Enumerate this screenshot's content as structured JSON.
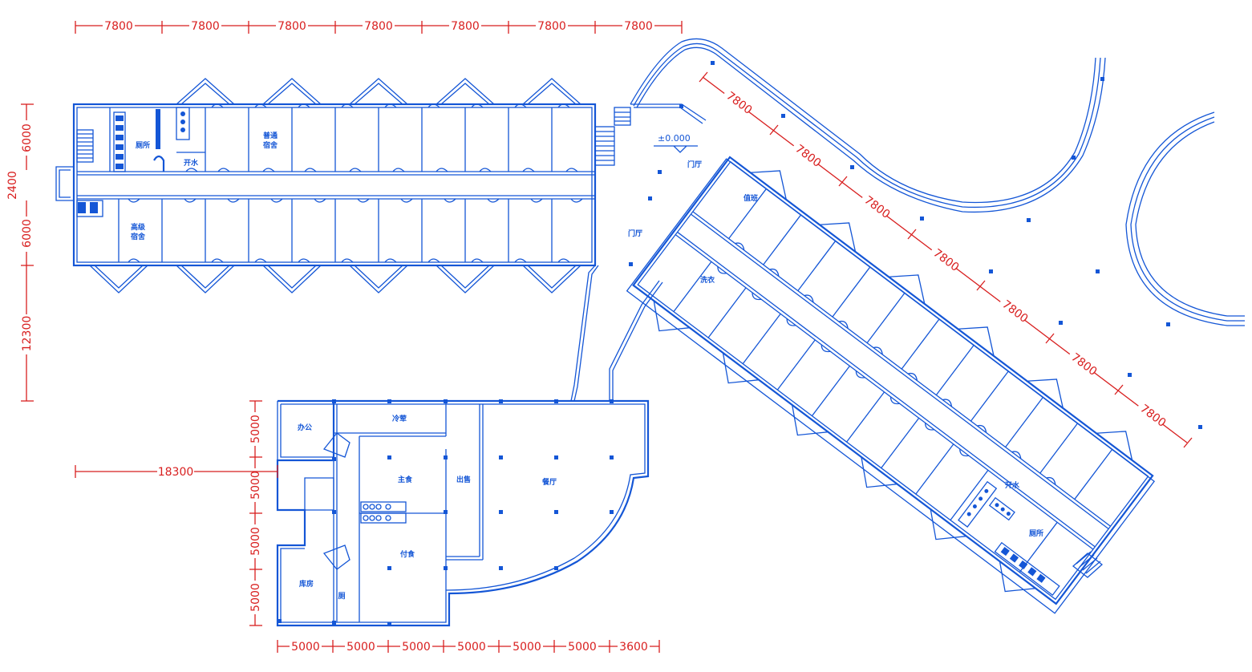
{
  "dimensions": {
    "top_bays": [
      "7800",
      "7800",
      "7800",
      "7800",
      "7800",
      "7800",
      "7800"
    ],
    "left_stack": [
      "6000",
      "2400",
      "6000",
      "12300"
    ],
    "canteen_rows": [
      "5000",
      "5000",
      "5000",
      "5000"
    ],
    "bottom_bays": [
      "5000",
      "5000",
      "5000",
      "5000",
      "5000",
      "5000",
      "3600"
    ],
    "offset": "18300",
    "diag_bays": [
      "7800",
      "7800",
      "7800",
      "7800",
      "7800",
      "7800",
      "7800"
    ]
  },
  "rooms": {
    "toilet_w": "厕所",
    "boiling_w": "开水",
    "ordinary_dorm_1": "普通",
    "ordinary_dorm_2": "宿舍",
    "senior_dorm_1": "高级",
    "senior_dorm_2": "宿舍",
    "lobby_1": "门厅",
    "lobby_2": "门厅",
    "level": "±0.000",
    "duty": "值班",
    "laundry": "洗衣",
    "boiling_e": "开水",
    "toilet_e": "厕所",
    "office": "办公",
    "cold_dish": "冷荤",
    "staple": "主食",
    "serving": "出售",
    "dining": "餐厅",
    "side_dish": "付食",
    "storage": "库房",
    "wc": "厕"
  }
}
